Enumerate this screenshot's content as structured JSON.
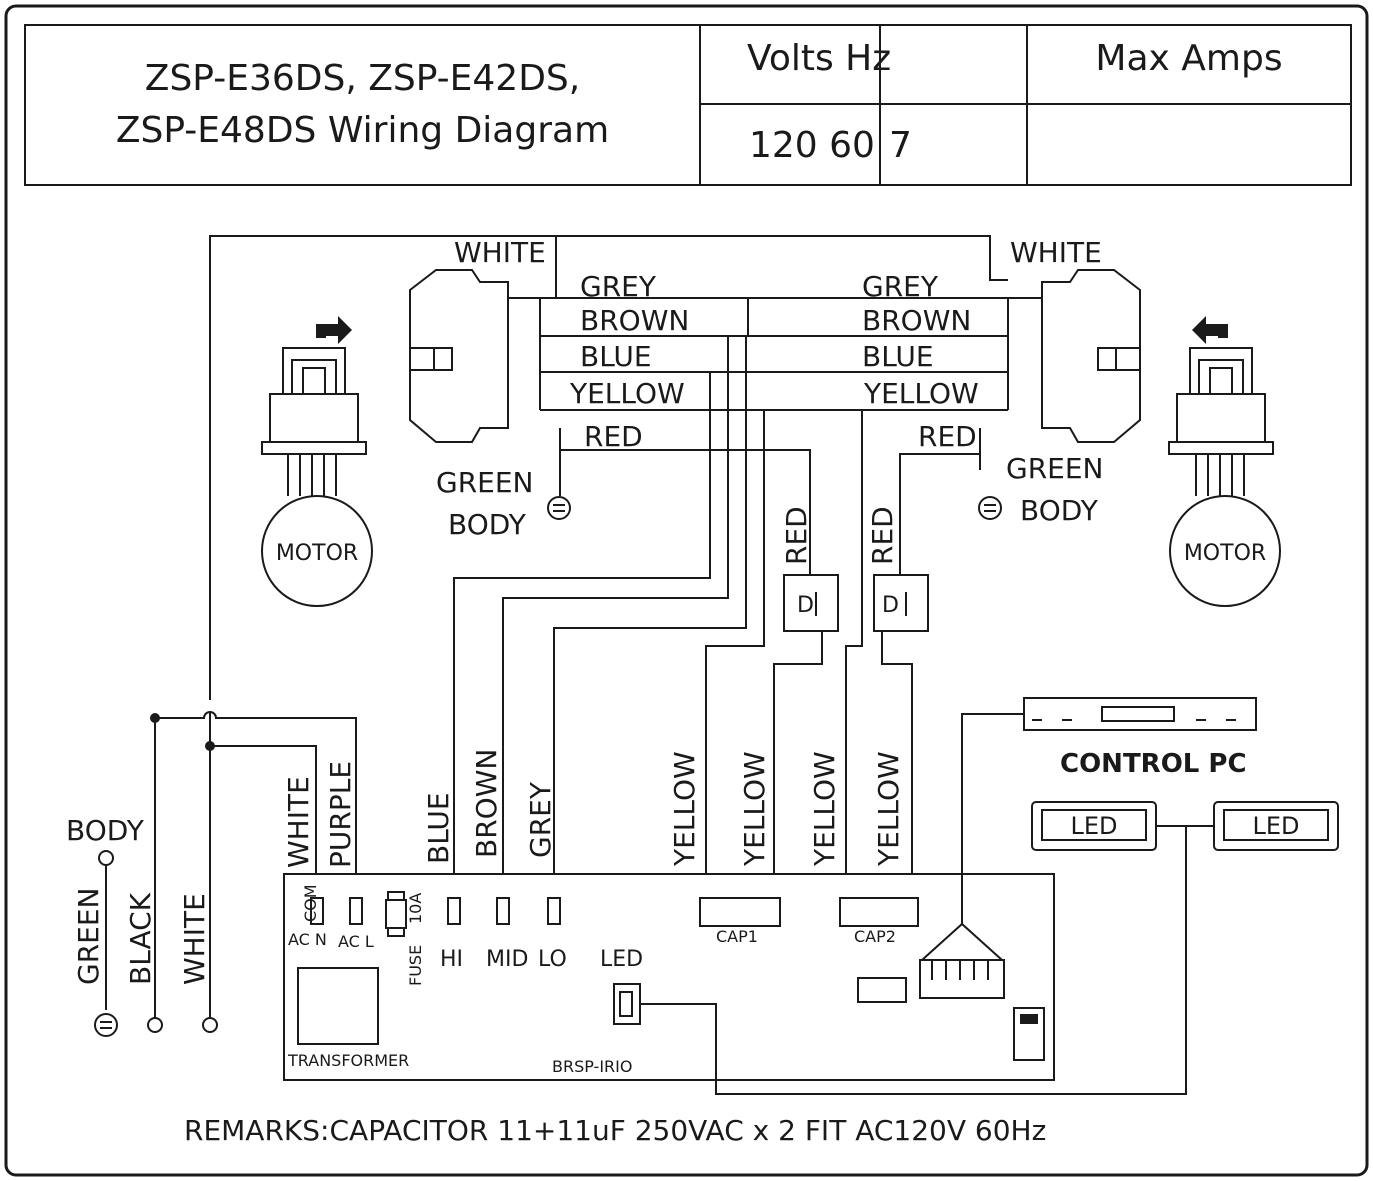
{
  "header": {
    "title_line1": "ZSP-E36DS, ZSP-E42DS,",
    "title_line2": "ZSP-E48DS Wiring Diagram",
    "volts_hz_label": "Volts Hz",
    "max_amps_label": "Max Amps",
    "volts_hz_value": "120 60",
    "max_amps_value": "7"
  },
  "wires_top_left": {
    "white": "WHITE",
    "grey": "GREY",
    "brown": "BROWN",
    "blue": "BLUE",
    "yellow": "YELLOW",
    "red": "RED",
    "green": "GREEN",
    "body": "BODY"
  },
  "wires_top_right": {
    "white": "WHITE",
    "grey": "GREY",
    "brown": "BROWN",
    "blue": "BLUE",
    "yellow": "YELLOW",
    "red": "RED",
    "green": "GREEN",
    "body": "BODY"
  },
  "motor_left": "MOTOR",
  "motor_right": "MOTOR",
  "cap_red_left": "RED",
  "cap_red_right": "RED",
  "supply": {
    "body": "BODY",
    "green": "GREEN",
    "black": "BLACK",
    "white": "WHITE"
  },
  "board_wires": {
    "white": "WHITE",
    "purple": "PURPLE",
    "blue": "BLUE",
    "brown": "BROWN",
    "grey": "GREY",
    "yellow1": "YELLOW",
    "yellow2": "YELLOW",
    "yellow3": "YELLOW",
    "yellow4": "YELLOW"
  },
  "board": {
    "com": "COM",
    "ac_n": "AC N",
    "ac_l": "AC L",
    "fuse": "FUSE",
    "fuse_rating": "10A",
    "hi": "HI",
    "mid": "MID",
    "lo": "LO",
    "led": "LED",
    "cap1": "CAP1",
    "cap2": "CAP2",
    "transformer": "TRANSFORMER",
    "board_name": "BRSP-IRIO"
  },
  "control_pc": "CONTROL PC",
  "led_left": "LED",
  "led_right": "LED",
  "remarks": "REMARKS:CAPACITOR 11+11uF  250VAC x 2 FIT AC120V 60Hz"
}
